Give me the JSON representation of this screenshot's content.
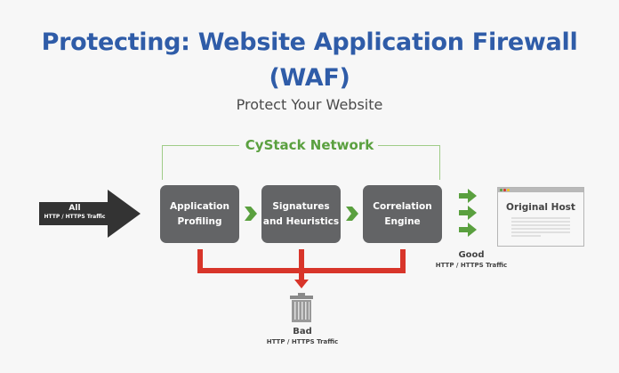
{
  "header": {
    "title_line1": "Protecting: Website Application Firewall",
    "title_line2": "(WAF)",
    "subtitle": "Protect Your Website"
  },
  "network": {
    "label": "CyStack Network",
    "stages": [
      {
        "line1": "Application",
        "line2": "Profiling"
      },
      {
        "line1": "Signatures",
        "line2": "and Heuristics"
      },
      {
        "line1": "Correlation",
        "line2": "Engine"
      }
    ]
  },
  "input": {
    "label": "All",
    "sublabel": "HTTP / HTTPS Traffic"
  },
  "good": {
    "label": "Good",
    "sublabel": "HTTP / HTTPS Traffic"
  },
  "bad": {
    "label": "Bad",
    "sublabel": "HTTP / HTTPS Traffic"
  },
  "host": {
    "title": "Original Host"
  },
  "icons": {
    "input_arrow": "arrow-right",
    "stage_connector": "chevron-right",
    "good_arrows": "arrow-right",
    "bad_arrow": "arrow-down",
    "trash": "trash-can",
    "host_window": "browser-window"
  },
  "colors": {
    "title": "#2f5ca8",
    "network": "#5aa03f",
    "stage_box": "#636466",
    "bad_path": "#d8352a",
    "input_arrow": "#333333"
  }
}
